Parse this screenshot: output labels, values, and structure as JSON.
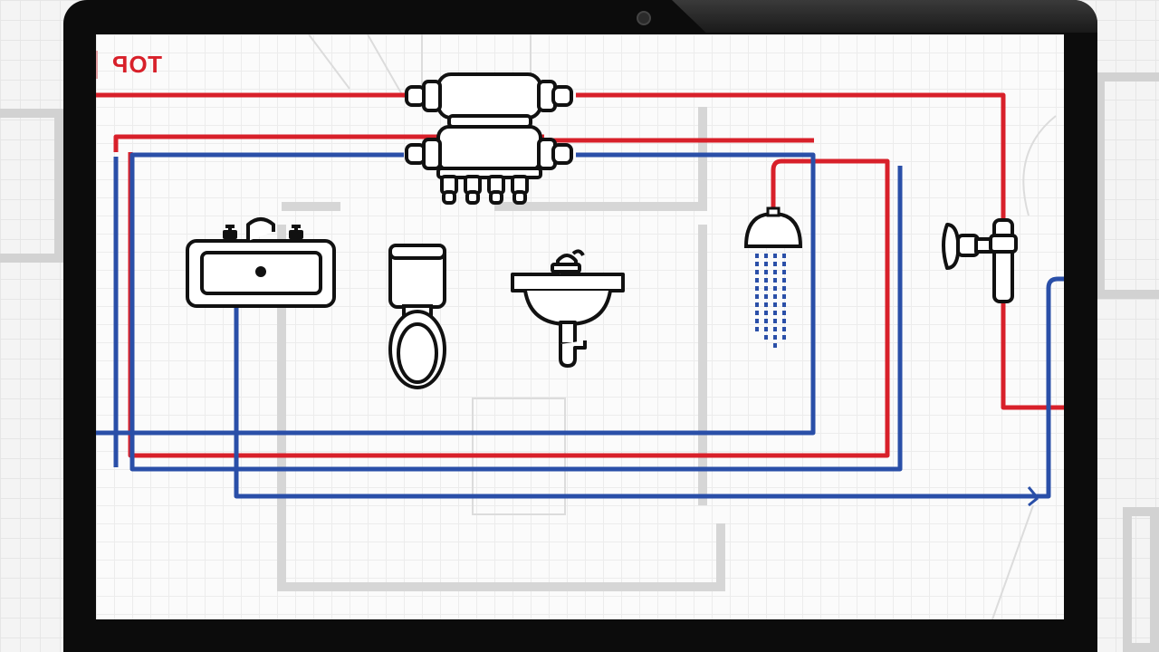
{
  "screen": {
    "plan_label": "TOP"
  },
  "colors": {
    "hot_pipe": "#d8202a",
    "cold_pipe": "#2a4fa8",
    "fixture_stroke": "#111111",
    "wall": "#cfcfcf"
  },
  "fixtures": [
    {
      "name": "manifold",
      "icon": "manifold-icon"
    },
    {
      "name": "bathtub",
      "icon": "bathtub-icon"
    },
    {
      "name": "toilet",
      "icon": "toilet-icon"
    },
    {
      "name": "sink",
      "icon": "sink-icon"
    },
    {
      "name": "shower",
      "icon": "shower-icon"
    },
    {
      "name": "valve",
      "icon": "valve-icon"
    }
  ]
}
